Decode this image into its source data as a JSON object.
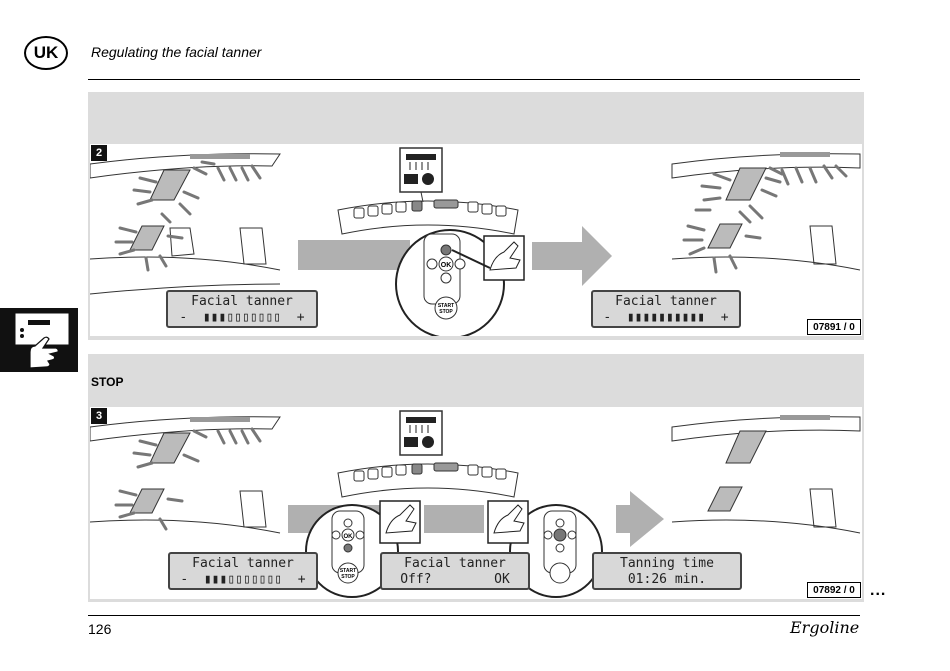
{
  "header": {
    "badge": "UK",
    "title": "Regulating the facial tanner"
  },
  "panel1": {
    "step": "2",
    "lcd_left": {
      "line1": "Facial tanner",
      "line2": "-  ▮▮▮▯▯▯▯▯▯▯  +",
      "level_filled": 3,
      "level_total": 10
    },
    "lcd_right": {
      "line1": "Facial tanner",
      "line2": "-  ▮▮▮▮▮▮▮▮▮▮  +",
      "level_filled": 10,
      "level_total": 10
    },
    "keypad": {
      "ok": "OK",
      "start_stop_1": "START",
      "start_stop_2": "STOP"
    },
    "figure_id": "07891 / 0"
  },
  "panel2": {
    "heading": "STOP",
    "step": "3",
    "lcd_left": {
      "line1": "Facial tanner",
      "line2": "-  ▮▮▮▯▯▯▯▯▯▯  +"
    },
    "lcd_mid": {
      "line1": "Facial tanner",
      "line2": "Off?        OK"
    },
    "lcd_right": {
      "line1": "Tanning time",
      "line2": "01:26 min."
    },
    "keypad": {
      "ok": "OK",
      "start_stop_1": "START",
      "start_stop_2": "STOP"
    },
    "figure_id": "07892 / 0"
  },
  "footer": {
    "page_number": "126",
    "brand": "Ergoline",
    "continued": "..."
  },
  "side_tab": {
    "icon": "hand-pressing-panel-icon"
  }
}
